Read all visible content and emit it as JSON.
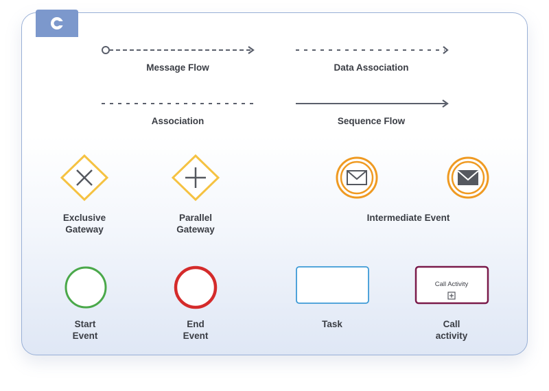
{
  "labels": {
    "message_flow": "Message Flow",
    "data_association": "Data Association",
    "association": "Association",
    "sequence_flow": "Sequence Flow",
    "exclusive_gateway": [
      "Exclusive",
      "Gateway"
    ],
    "parallel_gateway": [
      "Parallel",
      "Gateway"
    ],
    "intermediate_event": "Intermediate Event",
    "start_event": [
      "Start",
      "Event"
    ],
    "end_event": [
      "End",
      "Event"
    ],
    "task": "Task",
    "call_activity": [
      "Call",
      "activity"
    ]
  },
  "call_activity_box_text": "Call Activity",
  "colors": {
    "line": "#5a5f6b",
    "gateway": "#f5c242",
    "intermediate": "#ef9a22",
    "start": "#4aa84a",
    "end": "#d42b2b",
    "task": "#3d9ad6",
    "call_activity": "#7a1a4a",
    "card_border": "#98afd6",
    "tab": "#7c98cc"
  }
}
